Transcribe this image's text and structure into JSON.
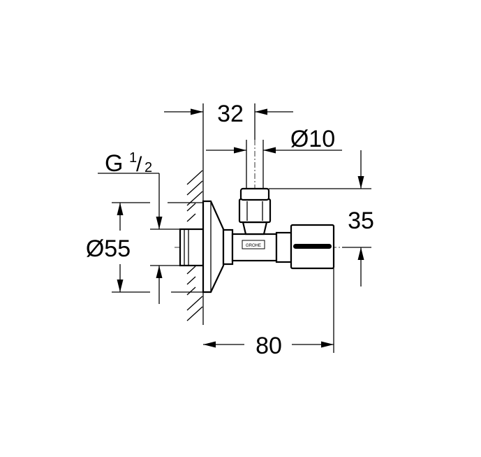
{
  "dimensions": {
    "offset_depth": "32",
    "pipe_diameter": "Ø10",
    "height": "35",
    "thread_main": "G",
    "thread_num": "1",
    "thread_den": "2",
    "escutcheon_diameter": "Ø55",
    "length": "80"
  },
  "logo": "GROHE"
}
